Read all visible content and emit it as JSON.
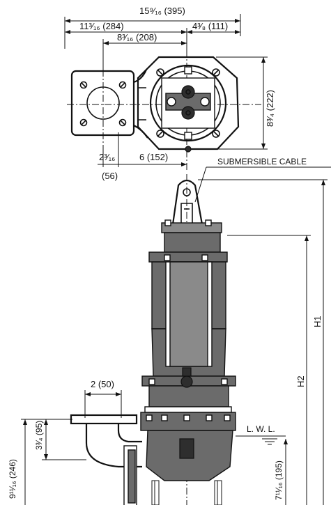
{
  "dimensions": {
    "overall_width": "15⁹⁄₁₆ (395)",
    "flange_to_center": "11³⁄₁₆ (284)",
    "center_to_edge": "4³⁄₈ (111)",
    "body_diameter": "8³⁄₁₆ (208)",
    "body_depth": "8³⁄₄ (222)",
    "flange_offset": "2³⁄₁₆",
    "flange_offset_mm": "(56)",
    "cable_offset": "6 (152)",
    "discharge_size": "2 (50)",
    "discharge_height": "3³⁄₄ (95)",
    "outlet_height": "9¹¹⁄₁₆ (246)",
    "lwl_height": "7¹¹⁄₁₆ (195)"
  },
  "labels": {
    "cable": "SUBMERSIBLE CABLE",
    "lwl": "L. W. L.",
    "h1": "H1",
    "h2": "H2"
  }
}
